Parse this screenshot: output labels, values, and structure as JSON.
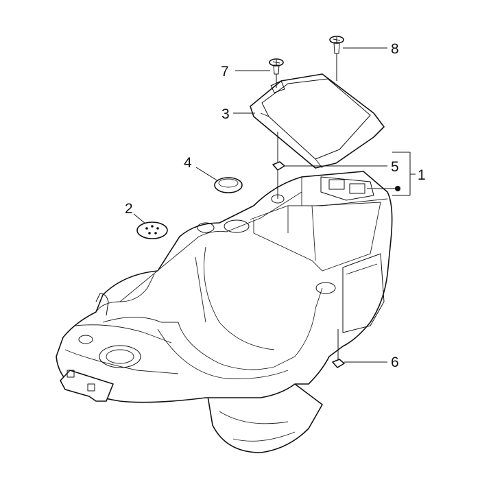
{
  "callouts": {
    "c1": "1",
    "c2": "2",
    "c3": "3",
    "c4": "4",
    "c5": "5",
    "c6": "6",
    "c7": "7",
    "c8": "8"
  },
  "colors": {
    "ink": "#111111",
    "background": "#ffffff"
  }
}
